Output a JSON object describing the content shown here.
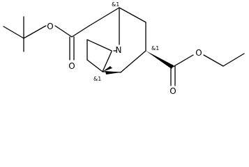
{
  "atom_labels": {
    "ester_o_left": "O",
    "carbonyl_o_left": "O",
    "bridge_n": "N",
    "ester_o_right": "O",
    "carbonyl_o_right": "O"
  },
  "stereo_labels": {
    "c1": "&1",
    "c3": "&1",
    "c5": "&1"
  }
}
